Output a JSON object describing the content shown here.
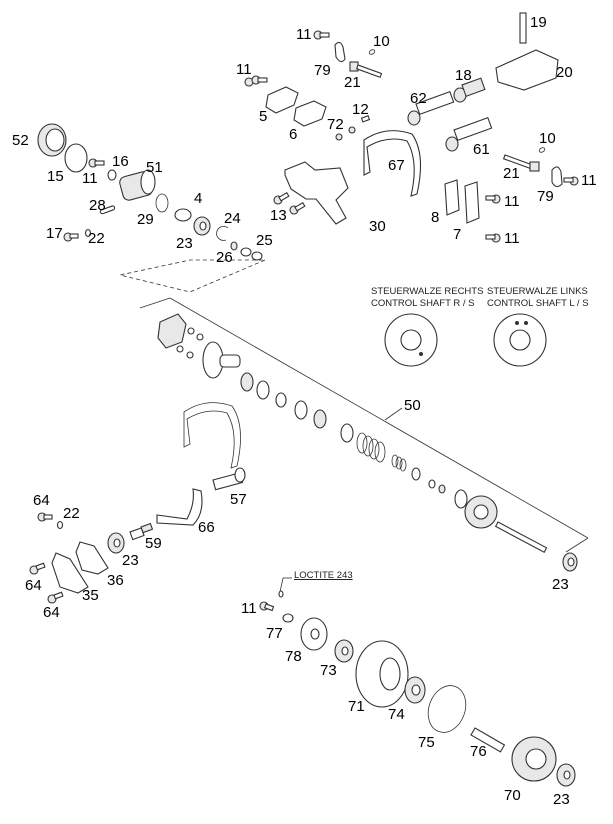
{
  "diagram": {
    "type": "exploded-parts-diagram",
    "subject": "Exhaust control / centrifugal governor assembly",
    "annotations": {
      "control_shaft_right": [
        "STEUERWALZE RECHTS",
        "CONTROL SHAFT R / S"
      ],
      "control_shaft_left": [
        "STEUERWALZE LINKS",
        "CONTROL SHAFT L / S"
      ],
      "loctite": "LOCTITE 243"
    },
    "labels": [
      {
        "id": "l11a",
        "text": "11"
      },
      {
        "id": "l10a",
        "text": "10"
      },
      {
        "id": "l19",
        "text": "19"
      },
      {
        "id": "l79a",
        "text": "79"
      },
      {
        "id": "l21a",
        "text": "21"
      },
      {
        "id": "l20",
        "text": "20"
      },
      {
        "id": "l11b",
        "text": "11"
      },
      {
        "id": "l18",
        "text": "18"
      },
      {
        "id": "l62",
        "text": "62"
      },
      {
        "id": "l5",
        "text": "5"
      },
      {
        "id": "l12",
        "text": "12"
      },
      {
        "id": "l72",
        "text": "72"
      },
      {
        "id": "l6",
        "text": "6"
      },
      {
        "id": "l52",
        "text": "52"
      },
      {
        "id": "l16",
        "text": "16"
      },
      {
        "id": "l51",
        "text": "51"
      },
      {
        "id": "l15",
        "text": "15"
      },
      {
        "id": "l11c",
        "text": "11"
      },
      {
        "id": "l61",
        "text": "61"
      },
      {
        "id": "l10b",
        "text": "10"
      },
      {
        "id": "l67",
        "text": "67"
      },
      {
        "id": "l21b",
        "text": "21"
      },
      {
        "id": "l11d",
        "text": "11"
      },
      {
        "id": "l79b",
        "text": "79"
      },
      {
        "id": "l4",
        "text": "4"
      },
      {
        "id": "l28",
        "text": "28"
      },
      {
        "id": "l29",
        "text": "29"
      },
      {
        "id": "l24",
        "text": "24"
      },
      {
        "id": "l13",
        "text": "13"
      },
      {
        "id": "l8",
        "text": "8"
      },
      {
        "id": "l11e",
        "text": "11"
      },
      {
        "id": "l17",
        "text": "17"
      },
      {
        "id": "l22a",
        "text": "22"
      },
      {
        "id": "l23a",
        "text": "23"
      },
      {
        "id": "l30",
        "text": "30"
      },
      {
        "id": "l7",
        "text": "7"
      },
      {
        "id": "l11f",
        "text": "11"
      },
      {
        "id": "l25",
        "text": "25"
      },
      {
        "id": "l26",
        "text": "26"
      },
      {
        "id": "l50",
        "text": "50"
      },
      {
        "id": "l57",
        "text": "57"
      },
      {
        "id": "l64a",
        "text": "64"
      },
      {
        "id": "l22b",
        "text": "22"
      },
      {
        "id": "l66",
        "text": "66"
      },
      {
        "id": "l59",
        "text": "59"
      },
      {
        "id": "l23b",
        "text": "23"
      },
      {
        "id": "l64b",
        "text": "64"
      },
      {
        "id": "l35",
        "text": "35"
      },
      {
        "id": "l36",
        "text": "36"
      },
      {
        "id": "l64c",
        "text": "64"
      },
      {
        "id": "l23c",
        "text": "23"
      },
      {
        "id": "l11g",
        "text": "11"
      },
      {
        "id": "l77",
        "text": "77"
      },
      {
        "id": "l78",
        "text": "78"
      },
      {
        "id": "l73",
        "text": "73"
      },
      {
        "id": "l71",
        "text": "71"
      },
      {
        "id": "l74",
        "text": "74"
      },
      {
        "id": "l75",
        "text": "75"
      },
      {
        "id": "l76",
        "text": "76"
      },
      {
        "id": "l70",
        "text": "70"
      },
      {
        "id": "l23d",
        "text": "23"
      }
    ]
  }
}
